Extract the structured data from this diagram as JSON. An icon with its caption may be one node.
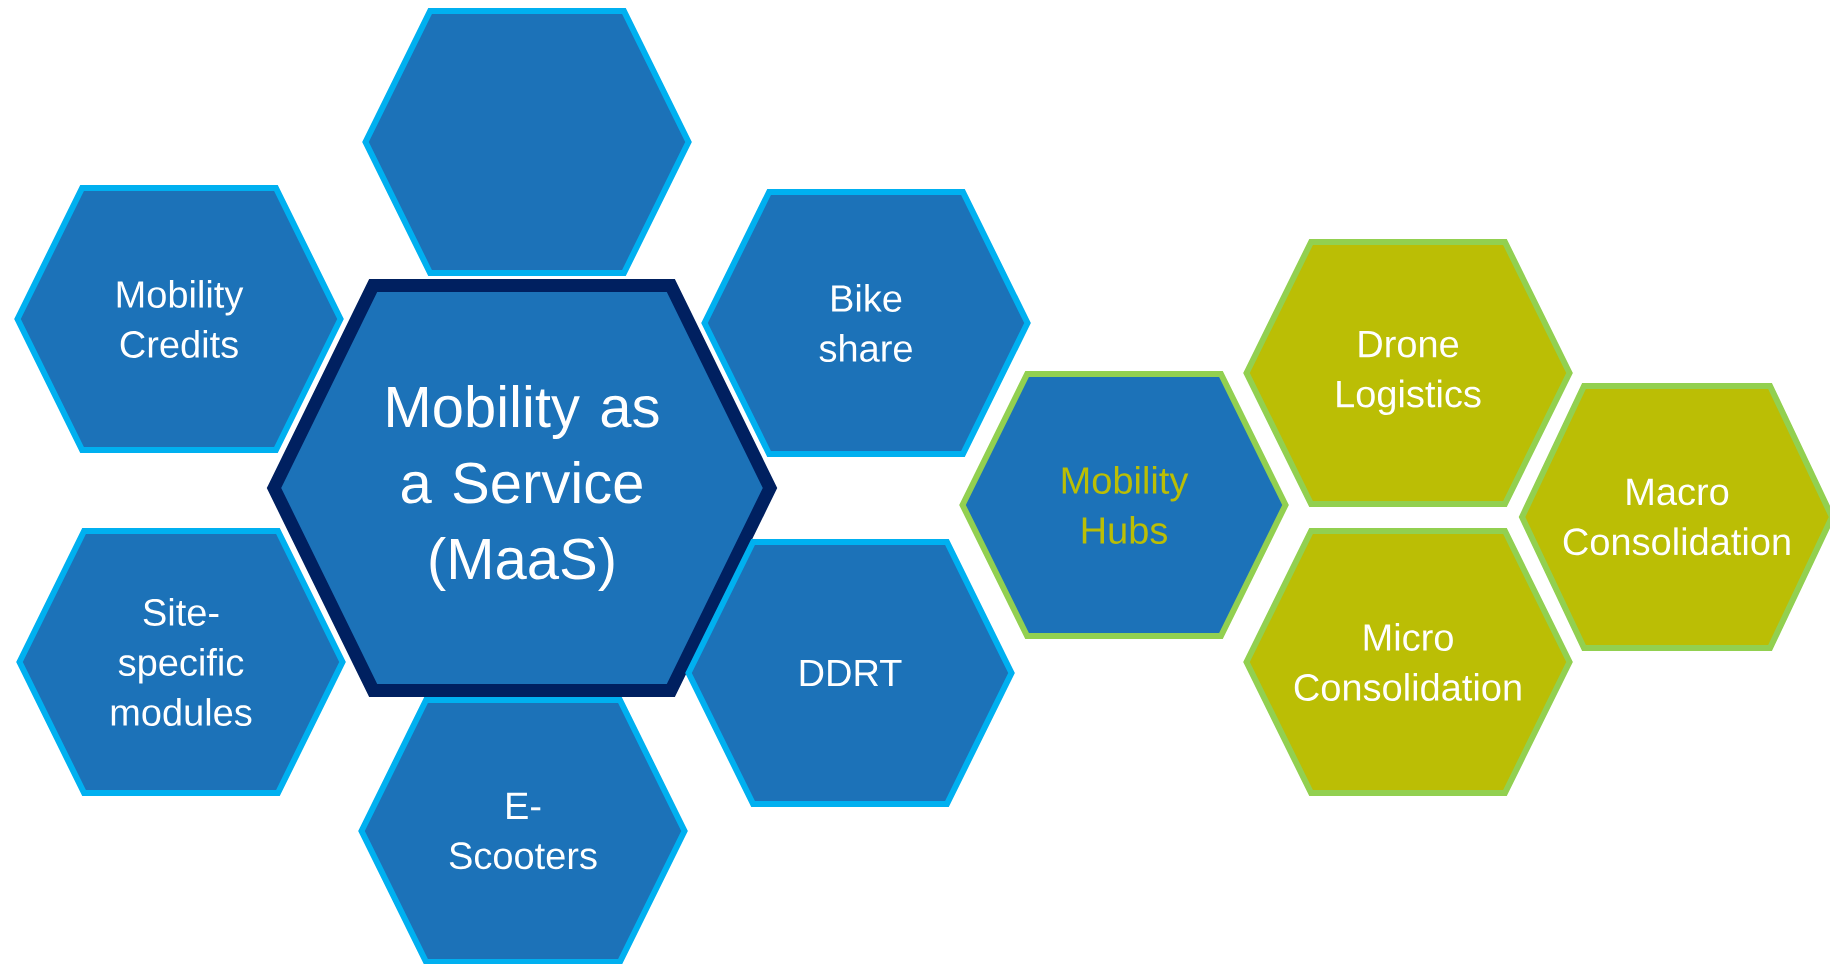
{
  "diagram": {
    "nodes": [
      {
        "text": [],
        "shape": "hexagon"
      },
      {
        "text": [
          "Mobility Credits"
        ]
      },
      {
        "text": [
          "Bike share"
        ]
      },
      {
        "text": [
          "Mobility as a Service (MaaS)"
        ]
      },
      {
        "text": [
          "Drone Logistics"
        ]
      },
      {
        "text": [
          "Mobility Hubs"
        ]
      },
      {
        "text": [
          "Macro Consolidation"
        ]
      },
      {
        "text": [
          "Site-specific modules"
        ]
      },
      {
        "text": [
          "DDRT"
        ]
      },
      {
        "text": [
          "Micro Consolidation"
        ]
      },
      {
        "text": [
          "E-Scooters"
        ]
      }
    ]
  }
}
